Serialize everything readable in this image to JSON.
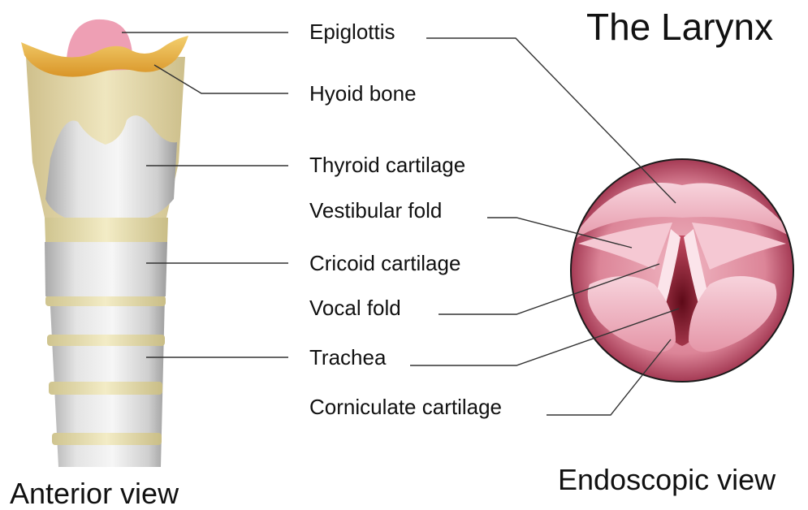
{
  "title": "The Larynx",
  "labels": {
    "epiglottis": "Epiglottis",
    "hyoid_bone": "Hyoid bone",
    "thyroid_cartilage": "Thyroid cartilage",
    "vestibular_fold": "Vestibular fold",
    "cricoid_cartilage": "Cricoid cartilage",
    "vocal_fold": "Vocal fold",
    "trachea": "Trachea",
    "corniculate_cartilage": "Corniculate cartilage"
  },
  "captions": {
    "anterior": "Anterior view",
    "endoscopic": "Endoscopic view"
  },
  "colors": {
    "cartilage_gray": "#d9d9d9",
    "ring_yellow": "#ede4b4",
    "hyoid_orange": "#e6a93a",
    "epiglottis_pink": "#ee9fb4",
    "endoscope_pink": "#d8798c",
    "fold_pink": "#f2b9c6",
    "airway_red": "#8c1a2c"
  }
}
